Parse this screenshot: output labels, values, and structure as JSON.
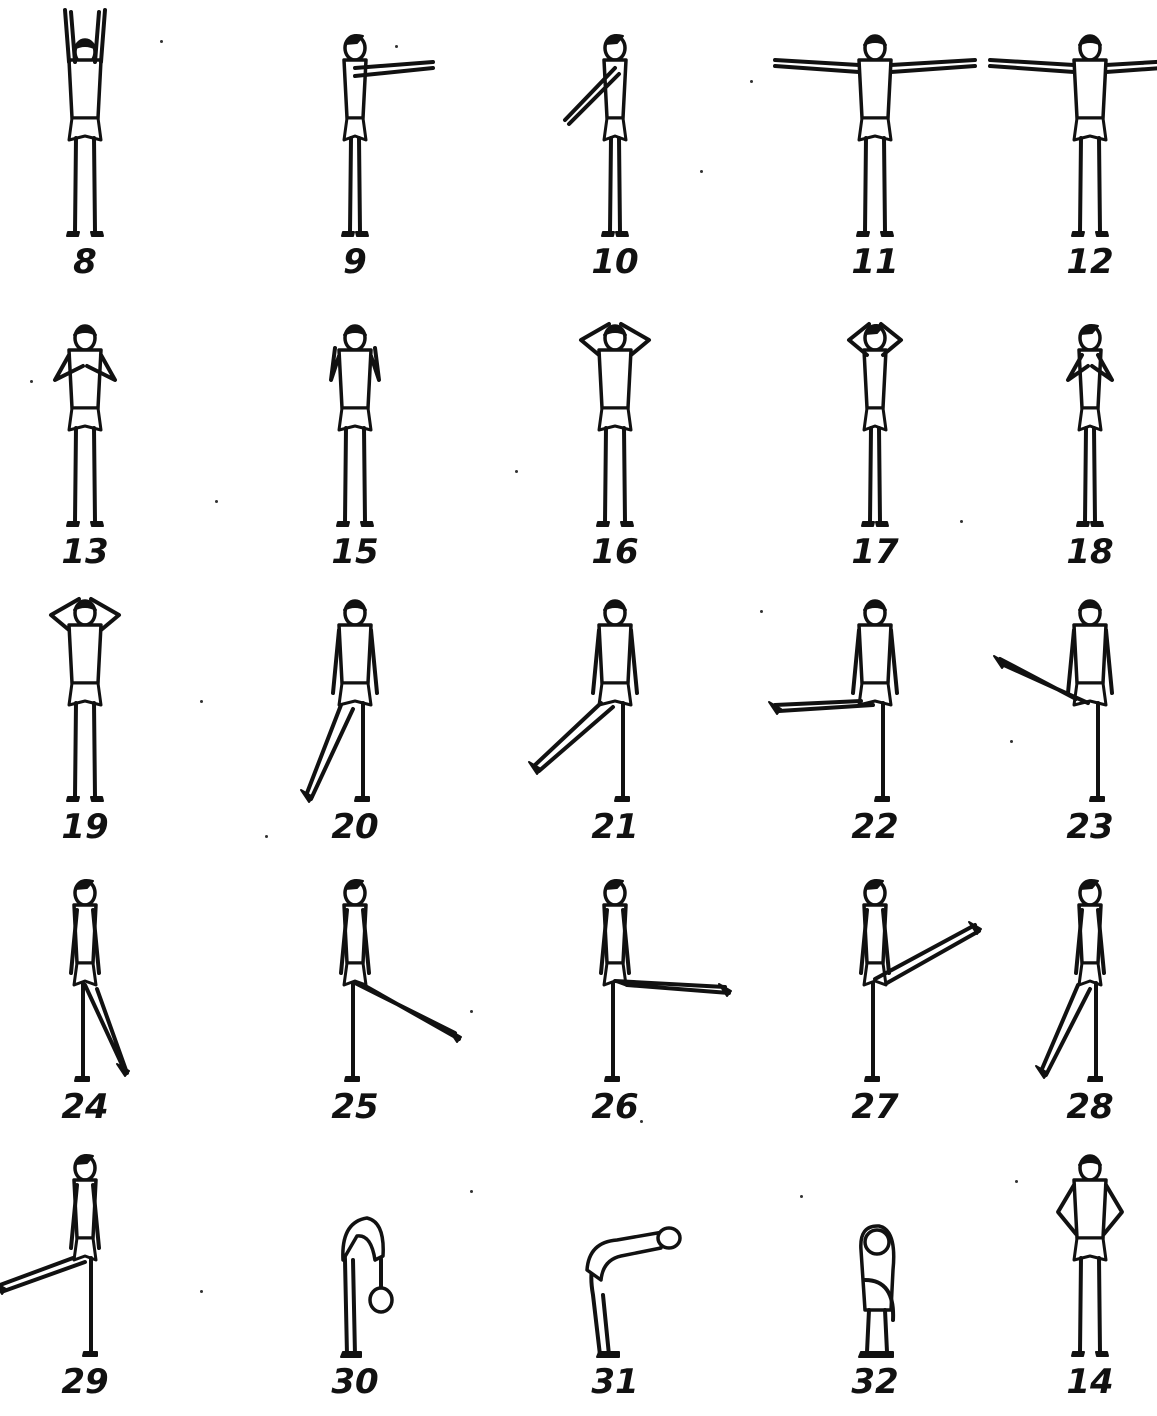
{
  "figures": [
    {
      "label": "8",
      "pose": "arms-up",
      "view": "front"
    },
    {
      "label": "9",
      "pose": "arms-forward",
      "view": "side"
    },
    {
      "label": "10",
      "pose": "arm-back",
      "view": "side"
    },
    {
      "label": "11",
      "pose": "arms-side",
      "view": "front"
    },
    {
      "label": "12",
      "pose": "arms-side",
      "view": "front-cut"
    },
    {
      "label": "13",
      "pose": "hands-chest",
      "view": "front"
    },
    {
      "label": "15",
      "pose": "hands-shoulder",
      "view": "front"
    },
    {
      "label": "16",
      "pose": "hands-head",
      "view": "front"
    },
    {
      "label": "17",
      "pose": "hands-head",
      "view": "side"
    },
    {
      "label": "18",
      "pose": "hands-chest",
      "view": "side"
    },
    {
      "label": "19",
      "pose": "hands-head",
      "view": "front"
    },
    {
      "label": "20",
      "pose": "leg-side-low",
      "view": "front"
    },
    {
      "label": "21",
      "pose": "leg-side-mid",
      "view": "front"
    },
    {
      "label": "22",
      "pose": "leg-side-high",
      "view": "front"
    },
    {
      "label": "23",
      "pose": "leg-side-up",
      "view": "front"
    },
    {
      "label": "24",
      "pose": "leg-fwd-low",
      "view": "side"
    },
    {
      "label": "25",
      "pose": "leg-fwd-mid",
      "view": "side"
    },
    {
      "label": "26",
      "pose": "leg-fwd-high",
      "view": "side"
    },
    {
      "label": "27",
      "pose": "leg-fwd-up",
      "view": "side"
    },
    {
      "label": "28",
      "pose": "leg-back-low",
      "view": "side"
    },
    {
      "label": "29",
      "pose": "leg-back-high",
      "view": "side"
    },
    {
      "label": "30",
      "pose": "bend-forward",
      "view": "side"
    },
    {
      "label": "31",
      "pose": "bend-deep",
      "view": "side"
    },
    {
      "label": "32",
      "pose": "crouch",
      "view": "side"
    },
    {
      "label": "14",
      "pose": "hands-hips",
      "view": "front"
    }
  ]
}
